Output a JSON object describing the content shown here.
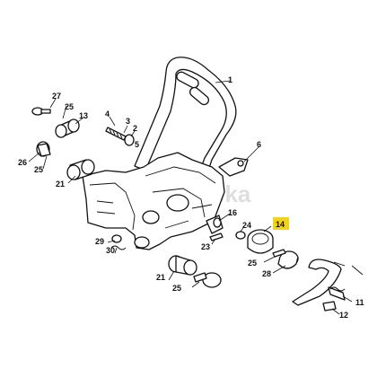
{
  "watermark": "eka",
  "highlighted_callout": "14",
  "callouts": [
    "1",
    "2",
    "3",
    "4",
    "5",
    "6",
    "11",
    "12",
    "13",
    "14",
    "16",
    "21",
    "23",
    "24",
    "25",
    "26",
    "27",
    "28",
    "29",
    "30"
  ]
}
